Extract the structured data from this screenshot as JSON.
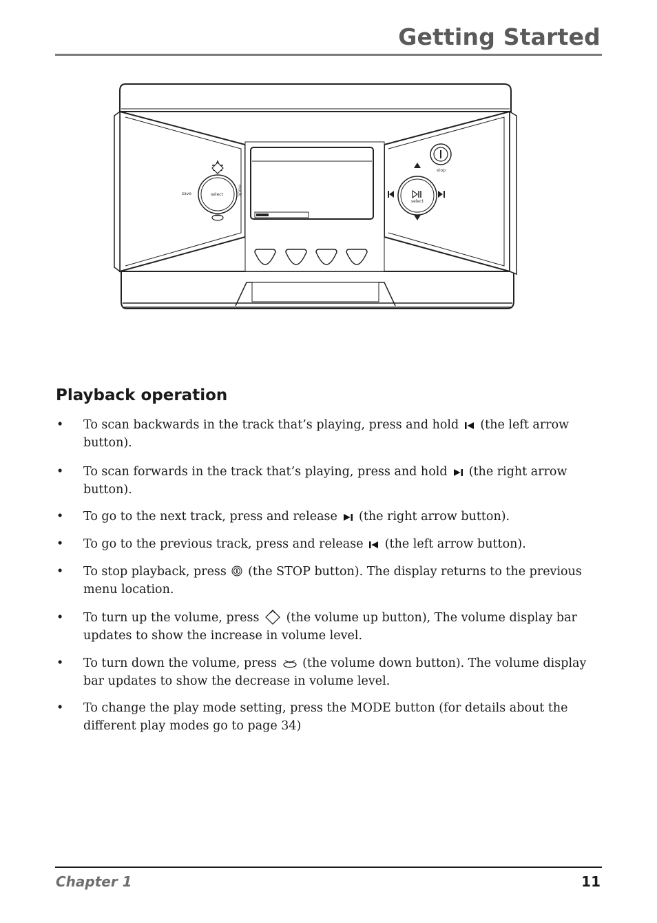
{
  "header": {
    "title": "Getting Started"
  },
  "device": {
    "save_label": "save",
    "left_select_label": "select",
    "mode_label": "mode",
    "stop_label": "stop",
    "right_select_label": "select"
  },
  "section": {
    "heading": "Playback operation",
    "bullet_symbol": "•",
    "bullets": [
      {
        "before": "To scan backwards in the track that’s playing, press and hold",
        "icon": "prev-icon",
        "after": "(the left arrow button)."
      },
      {
        "before": "To scan forwards in the track that’s playing, press and hold",
        "icon": "next-icon",
        "after": "(the right arrow button)."
      },
      {
        "before": "To go to the next track, press and release",
        "icon": "next-icon",
        "after": "(the right arrow button)."
      },
      {
        "before": "To go to the previous track, press and release",
        "icon": "prev-icon",
        "after": "(the left arrow button)."
      },
      {
        "before": "To stop playback, press",
        "icon": "stop-icon",
        "after": "(the STOP button). The display returns to the previous menu location."
      },
      {
        "before": "To turn up the volume, press",
        "icon": "volume-up-icon",
        "after": "(the volume up button), The volume display bar updates to show the increase in volume level."
      },
      {
        "before": "To turn down the volume, press",
        "icon": "volume-down-icon",
        "after": "(the volume down button). The volume display bar updates to show the decrease in volume level."
      },
      {
        "before": "To change the play mode setting, press the MODE button (for details about the different play modes go to page 34)",
        "icon": "",
        "after": ""
      }
    ]
  },
  "footer": {
    "chapter": "Chapter 1",
    "page": "11"
  }
}
